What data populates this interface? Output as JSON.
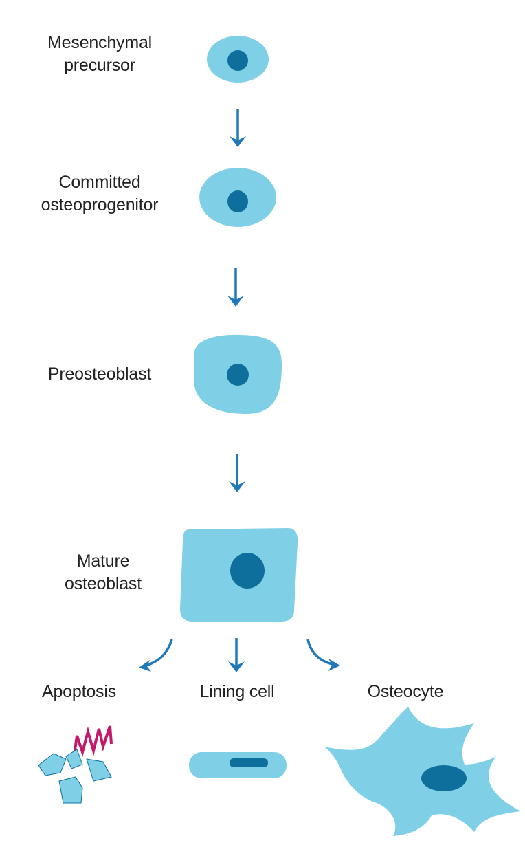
{
  "stages": {
    "mesenchymal": {
      "line1": "Mesenchymal",
      "line2": "precursor"
    },
    "committed": {
      "line1": "Committed",
      "line2": "osteoprogenitor"
    },
    "preosteoblast": {
      "label": "Preosteoblast"
    },
    "mature": {
      "line1": "Mature",
      "line2": "osteoblast"
    }
  },
  "fates": {
    "apoptosis": "Apoptosis",
    "lining": "Lining cell",
    "osteocyte": "Osteocyte"
  },
  "colors": {
    "cytoplasm": "#7fd0e6",
    "nucleus": "#0e6f9c",
    "arrow": "#1f78b8",
    "apoptosis_zigzag": "#c4186a",
    "text": "#222222"
  }
}
